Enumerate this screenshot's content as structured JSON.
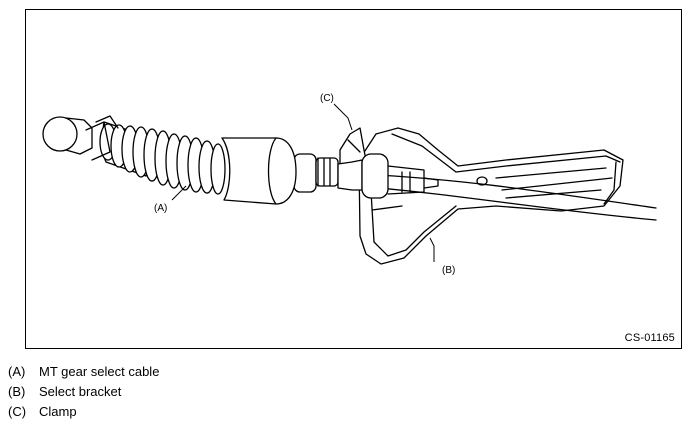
{
  "figure": {
    "code": "CS-01165",
    "callouts": {
      "a": "(A)",
      "b": "(B)",
      "c": "(C)"
    }
  },
  "legend": [
    {
      "key": "(A)",
      "text": "MT gear select cable"
    },
    {
      "key": "(B)",
      "text": "Select bracket"
    },
    {
      "key": "(C)",
      "text": "Clamp"
    }
  ]
}
